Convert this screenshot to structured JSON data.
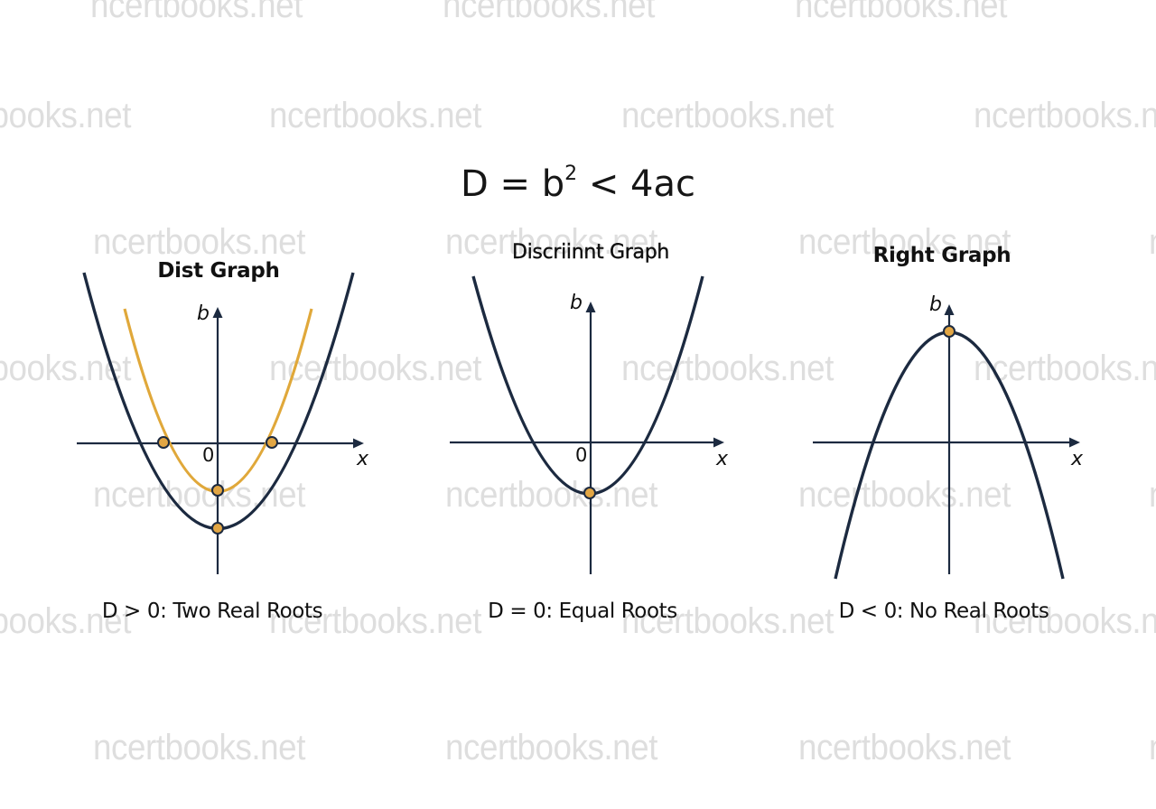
{
  "title": {
    "prefix": "D = b",
    "superscript": "2",
    "suffix": " < 4ac"
  },
  "watermark": {
    "text": "ncertbooks.net",
    "color": "#dedede"
  },
  "colors": {
    "curve_primary": "#1c2a40",
    "curve_secondary": "#e0a83a",
    "point_fill": "#e2a644",
    "point_stroke": "#1c2a40",
    "axis": "#1c2a40",
    "text": "#111111"
  },
  "graphs": [
    {
      "title": "Dist Graph",
      "y_axis_label": "b",
      "x_axis_label": "x",
      "origin_label": "0",
      "caption": "D > 0: Two Real Roots"
    },
    {
      "title": "Discriinnt Graph",
      "y_axis_label": "b",
      "x_axis_label": "x",
      "origin_label": "0",
      "caption": "D = 0: Equal Roots"
    },
    {
      "title": "Right Graph",
      "y_axis_label": "b",
      "x_axis_label": "x",
      "origin_label": "",
      "caption": "D < 0: No Real Roots"
    }
  ],
  "chart_data": [
    {
      "type": "line",
      "title": "Dist Graph",
      "xlabel": "x",
      "ylabel": "b",
      "caption": "D > 0: Two Real Roots",
      "series": [
        {
          "name": "outer parabola (navy)",
          "shape": "upward parabola",
          "vertex_below_x_axis": true,
          "x_intercepts": 2
        },
        {
          "name": "inner parabola (gold)",
          "shape": "upward parabola",
          "vertex_below_x_axis": true,
          "x_intercepts": 2
        }
      ],
      "highlighted_points": [
        "gold parabola left x-intercept",
        "gold parabola right x-intercept",
        "gold parabola vertex on b-axis",
        "navy parabola vertex on b-axis"
      ]
    },
    {
      "type": "line",
      "title": "Discriinnt Graph",
      "xlabel": "x",
      "ylabel": "b",
      "caption": "D = 0: Equal Roots",
      "series": [
        {
          "name": "parabola (navy)",
          "shape": "upward parabola",
          "vertex_below_x_axis": true,
          "x_intercepts": 2
        }
      ],
      "highlighted_points": [
        "vertex on b-axis"
      ]
    },
    {
      "type": "line",
      "title": "Right Graph",
      "xlabel": "x",
      "ylabel": "b",
      "caption": "D < 0: No Real Roots",
      "series": [
        {
          "name": "parabola (navy)",
          "shape": "downward parabola",
          "vertex_above_x_axis": true,
          "x_intercepts": 2
        }
      ],
      "highlighted_points": [
        "vertex on b-axis"
      ]
    }
  ]
}
